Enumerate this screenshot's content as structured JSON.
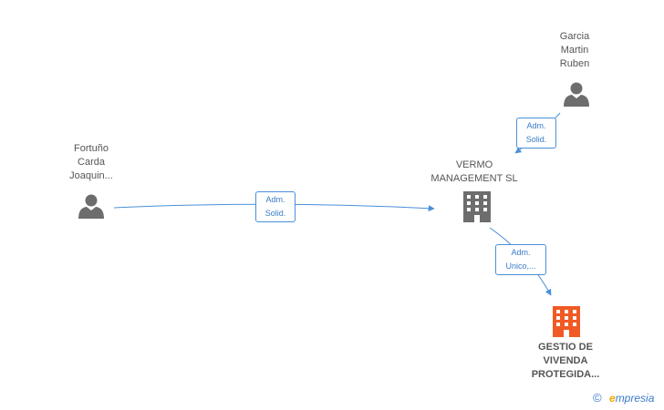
{
  "nodes": {
    "garcia": {
      "label": "Garcia\nMartin\nRuben",
      "type": "person"
    },
    "fortuno": {
      "label": "Fortuño\nCarda\nJoaquin...",
      "type": "person"
    },
    "vermo": {
      "label": "VERMO\nMANAGEMENT SL",
      "type": "company"
    },
    "gestio": {
      "label": "GESTIO DE\nVIVENDA\nPROTEGIDA...",
      "type": "company-target"
    }
  },
  "edges": {
    "garcia_vermo": {
      "label": "Adm.\nSolid."
    },
    "fortuno_vermo": {
      "label": "Adm.\nSolid."
    },
    "vermo_gestio": {
      "label": "Adm.\nUnico,..."
    }
  },
  "colors": {
    "person": "#6d6d6d",
    "company": "#6d6d6d",
    "target": "#f15a24",
    "edge": "#4a90d9"
  },
  "footer": {
    "copyright_symbol": "©",
    "brand_initial": "e",
    "brand_rest": "mpresia"
  }
}
